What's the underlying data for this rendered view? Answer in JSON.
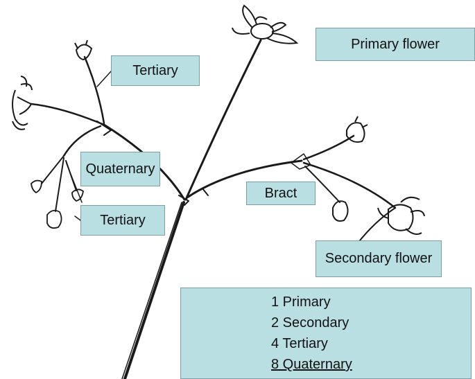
{
  "labels": {
    "primary_flower": "Primary flower",
    "tertiary_top": "Tertiary",
    "quaternary": "Quaternary",
    "tertiary_bottom": "Tertiary",
    "bract": "Bract",
    "secondary_flower": "Secondary flower"
  },
  "legend": {
    "items": [
      "1 Primary",
      "2 Secondary",
      "4 Tertiary",
      "8 Quaternary"
    ]
  },
  "colors": {
    "label_fill": "#b9dfe2",
    "label_border": "#7a9ea3",
    "ink": "#111111"
  }
}
